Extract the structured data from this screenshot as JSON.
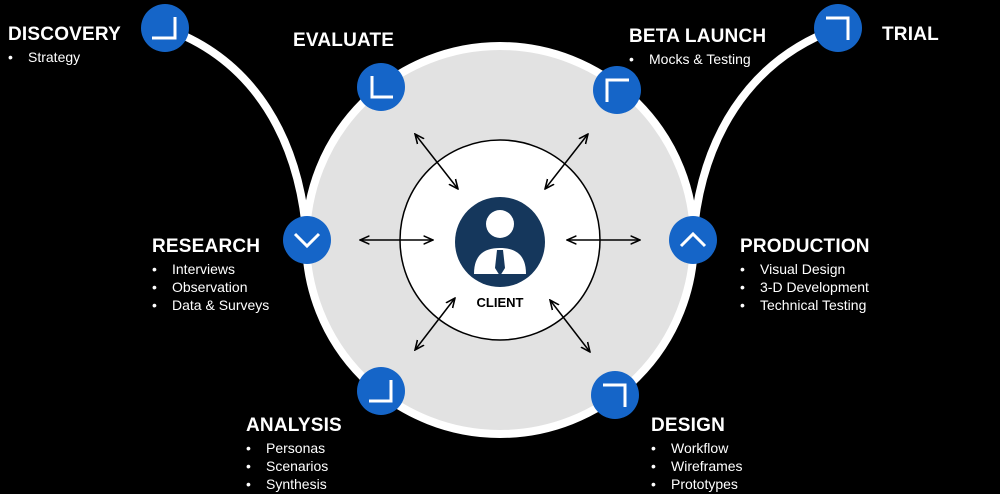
{
  "center": {
    "label": "CLIENT",
    "icon": "person-icon"
  },
  "colors": {
    "node_blue": "#1565c8",
    "ring_fill": "#e2e2e2",
    "background": "#000000"
  },
  "stages": {
    "discovery": {
      "title": "DISCOVERY",
      "items": [
        "Strategy"
      ],
      "icon": "corner-bottom-right-icon"
    },
    "evaluate": {
      "title": "EVALUATE",
      "items": [],
      "icon": "corner-bottom-left-icon"
    },
    "beta_launch": {
      "title": "BETA LAUNCH",
      "items": [
        "Mocks & Testing"
      ],
      "icon": "corner-top-left-icon"
    },
    "trial": {
      "title": "TRIAL",
      "items": [],
      "icon": "corner-top-right-icon"
    },
    "research": {
      "title": "RESEARCH",
      "items": [
        "Interviews",
        "Observation",
        "Data & Surveys"
      ],
      "icon": "chevron-down-icon"
    },
    "production": {
      "title": "PRODUCTION",
      "items": [
        "Visual Design",
        "3-D Development",
        "Technical Testing"
      ],
      "icon": "chevron-up-icon"
    },
    "analysis": {
      "title": "ANALYSIS",
      "items": [
        "Personas",
        "Scenarios",
        "Synthesis"
      ],
      "icon": "corner-bottom-right-icon"
    },
    "design": {
      "title": "DESIGN",
      "items": [
        "Workflow",
        "Wireframes",
        "Prototypes"
      ],
      "icon": "corner-top-right-icon"
    }
  }
}
